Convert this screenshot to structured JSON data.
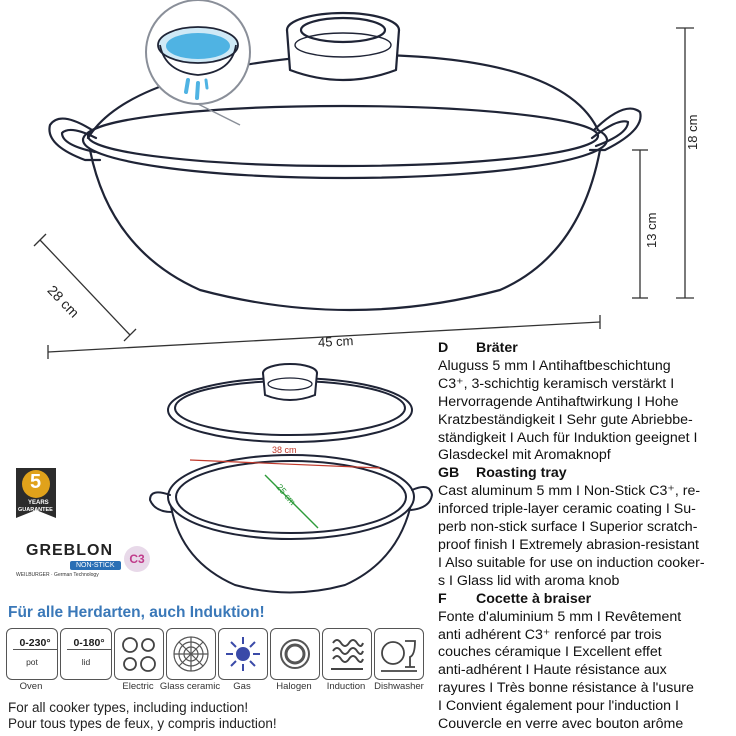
{
  "dimensions": {
    "height_total": "18 cm",
    "height_body": "13 cm",
    "depth": "28 cm",
    "width": "45 cm",
    "inner_length": "38 cm",
    "inner_width": "25 cm"
  },
  "warranty_badge": {
    "number": "5",
    "line1": "YEARS",
    "line2": "GUARANTEE"
  },
  "coating_logo": {
    "brand": "GREBLON",
    "tag": "NON-STICK",
    "mark": "C3",
    "subline": "WEILBURGER · German Technology"
  },
  "cooker_heading": "Für alle Herdarten, auch Induktion!",
  "cooker_icons": [
    {
      "label": "Oven",
      "temp": "0-230°",
      "sub": "pot"
    },
    {
      "label": "",
      "temp": "0-180°",
      "sub": "lid"
    },
    {
      "label": "Electric"
    },
    {
      "label": "Glass ceramic"
    },
    {
      "label": "Gas"
    },
    {
      "label": "Halogen"
    },
    {
      "label": "Induction"
    },
    {
      "label": "Dishwasher"
    }
  ],
  "footer": {
    "line_en": "For all cooker types, including induction!",
    "line_fr": "Pour tous types de feux, y compris induction!"
  },
  "spec_lines": [
    {
      "code": "D",
      "text": "Bräter",
      "head": true
    },
    {
      "text": "Aluguss 5 mm I Antihaftbeschichtung"
    },
    {
      "text": "C3⁺, 3-schichtig keramisch verstärkt I"
    },
    {
      "text": "Hervorragende Antihaftwirkung I Hohe"
    },
    {
      "text": "Kratzbeständigkeit I Sehr gute Abriebbe-"
    },
    {
      "text": "ständigkeit I Auch für Induktion geeignet I"
    },
    {
      "text": "Glasdeckel mit Aromaknopf"
    },
    {
      "code": "GB",
      "text": "Roasting tray",
      "head": true
    },
    {
      "text": "Cast aluminum 5 mm I Non-Stick C3⁺, re-"
    },
    {
      "text": "inforced triple-layer ceramic coating I Su-"
    },
    {
      "text": "perb non-stick surface I Superior scratch-"
    },
    {
      "text": "proof finish I Extremely abrasion-resistant"
    },
    {
      "text": "I Also suitable for use on induction cooker-"
    },
    {
      "text": "s I Glass lid with aroma knob"
    },
    {
      "code": "F",
      "text": "Cocette à braiser",
      "head": true
    },
    {
      "text": "Fonte d'aluminium 5 mm I Revêtement"
    },
    {
      "text": "anti adhérent C3⁺ renforcé par trois"
    },
    {
      "text": "couches céramique I Excellent effet"
    },
    {
      "text": "anti-adhérent I Haute résistance aux"
    },
    {
      "text": "rayures I Très bonne résistance à l'usure"
    },
    {
      "text": "I Convient également pour l'induction I"
    },
    {
      "text": "Couvercle en verre avec bouton arôme"
    }
  ],
  "colors": {
    "outline": "#1f2436",
    "accent_blue": "#3a78b8",
    "water_blue": "#4fb3e3",
    "badge_gold": "#e0a21b",
    "inner_length_line": "#c0392b",
    "inner_width_line": "#2e9b3b"
  }
}
